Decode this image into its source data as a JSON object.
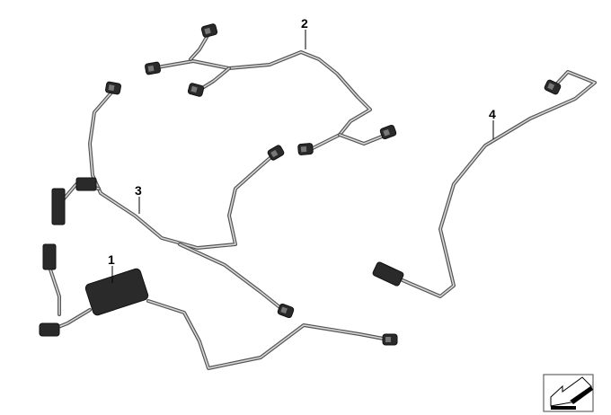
{
  "diagram": {
    "callouts": [
      {
        "id": "1",
        "label": "1"
      },
      {
        "id": "2",
        "label": "2"
      },
      {
        "id": "3",
        "label": "3"
      },
      {
        "id": "4",
        "label": "4"
      }
    ],
    "wire_color": "#555555",
    "connector_color": "#2a2a2a",
    "nav_icon": "arrow-down-left-icon"
  }
}
